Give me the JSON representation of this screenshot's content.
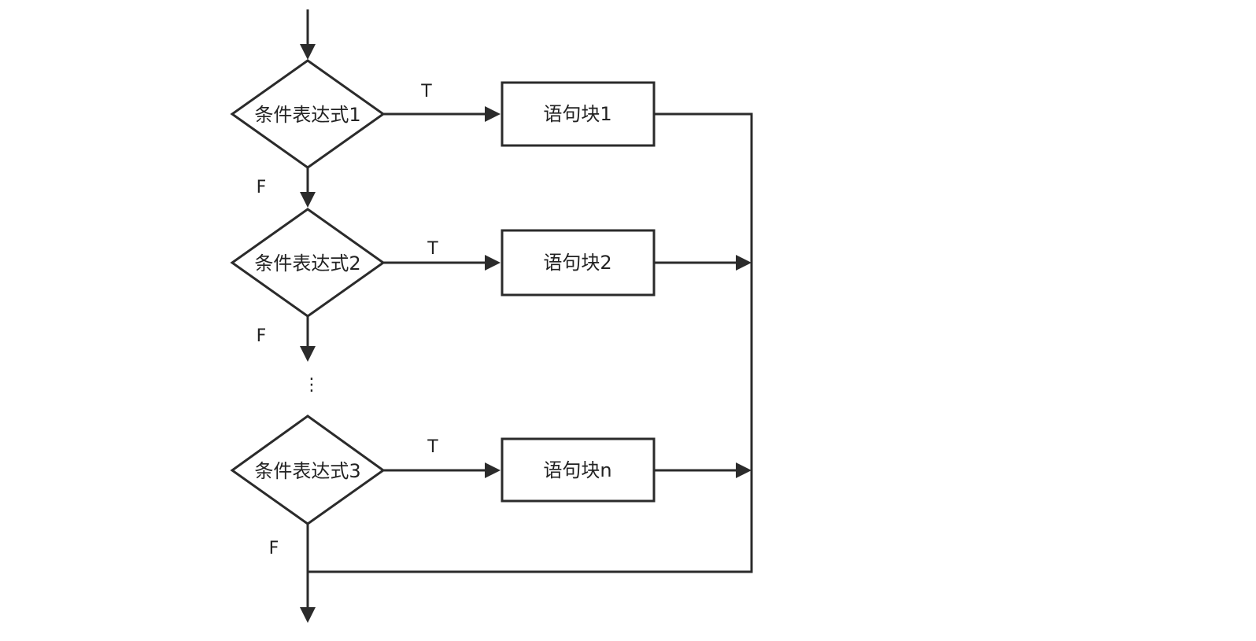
{
  "nodes": {
    "cond1": "条件表达式1",
    "cond2": "条件表达式2",
    "cond3": "条件表达式3",
    "block1": "语句块1",
    "block2": "语句块2",
    "blockn": "语句块n"
  },
  "edges": {
    "true_label": "T",
    "false_label": "F",
    "ellipsis": "⋮"
  }
}
